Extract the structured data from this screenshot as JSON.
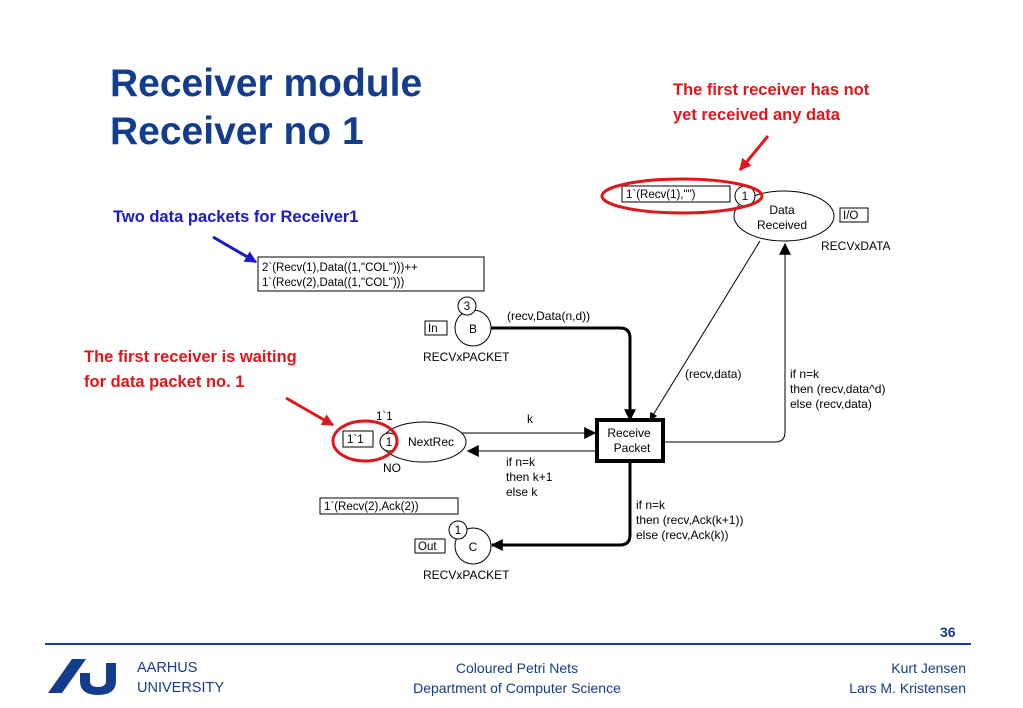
{
  "slide": {
    "title_line1": "Receiver module",
    "title_line2": "Receiver no 1",
    "page_number": "36"
  },
  "annotations": {
    "first_receiver_not_received": [
      "The first receiver has not",
      "yet received any data"
    ],
    "two_packets": "Two data packets for Receiver1",
    "waiting_for_packet": [
      "The first receiver is waiting",
      "for data packet no. 1"
    ]
  },
  "places": {
    "data_received": {
      "name_line1": "Data",
      "name_line2": "Received",
      "type": "RECVxDATA",
      "port": "I/O",
      "token_count": "1",
      "marking": "1`(Recv(1),\"\")"
    },
    "b": {
      "name": "B",
      "type": "RECVxPACKET",
      "port": "In",
      "token_count": "3",
      "marking": [
        "2`(Recv(1),Data((1,\"COL\")))++",
        "1`(Recv(2),Data((1,\"COL\")))"
      ]
    },
    "next_rec": {
      "name": "NextRec",
      "type": "NO",
      "initial_marking": "1`1",
      "token_count": "1",
      "marking": "1`1"
    },
    "c": {
      "name": "C",
      "type": "RECVxPACKET",
      "port": "Out",
      "token_count": "1",
      "marking": "1`(Recv(2),Ack(2))"
    }
  },
  "transition": {
    "name_line1": "Receive",
    "name_line2": "Packet"
  },
  "arc_inscriptions": {
    "b_to_receive": "(recv,Data(n,d))",
    "data_received_to_receive": "(recv,data)",
    "receive_to_data_received": [
      "if n=k",
      "then (recv,data^d)",
      "else (recv,data)"
    ],
    "next_rec_to_receive": "k",
    "receive_to_next_rec": [
      "if n=k",
      "then k+1",
      "else k"
    ],
    "receive_to_c": [
      "if n=k",
      "then (recv,Ack(k+1))",
      "else (recv,Ack(k))"
    ]
  },
  "footer": {
    "university_line1": "AARHUS",
    "university_line2": "UNIVERSITY",
    "center_line1": "Coloured Petri Nets",
    "center_line2": "Department of Computer Science",
    "author1": "Kurt Jensen",
    "author2": "Lars M. Kristensen"
  },
  "colors": {
    "title": "#143c8c",
    "annotation_red": "#e0161b",
    "annotation_blue": "#1a1ac8",
    "footer_rule": "#143c8c"
  }
}
